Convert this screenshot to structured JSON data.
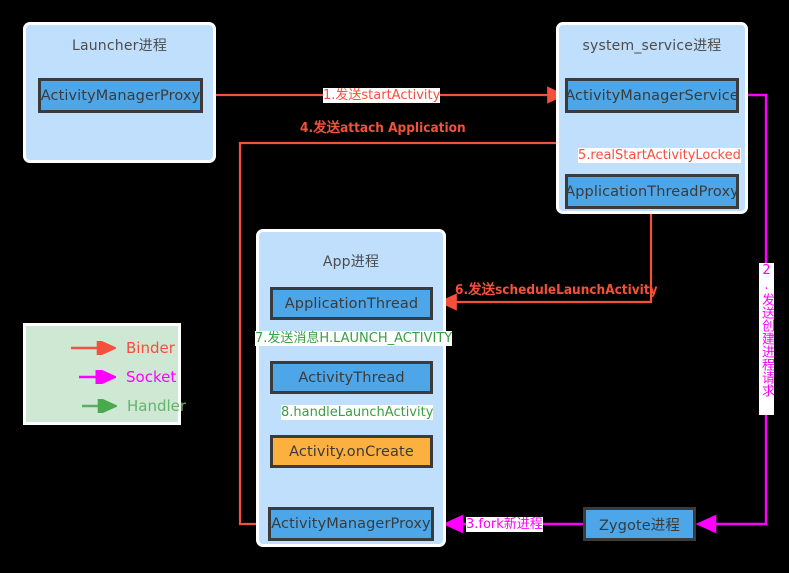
{
  "diagram": {
    "title": "Android Activity Launch Flow",
    "colors": {
      "binder": "#f4503c",
      "socket": "#ff00ff",
      "handler": "#3a9e44",
      "process_bg": "#bfdffc",
      "node_blue": "#4da6e8",
      "node_orange": "#fbb040",
      "node_border": "#3b3b3b",
      "legend_bg": "#cfe8d4"
    }
  },
  "processes": {
    "launcher": {
      "title": "Launcher进程"
    },
    "system_service": {
      "title": "system_service进程"
    },
    "app": {
      "title": "App进程"
    }
  },
  "nodes": {
    "launcher_amp": "ActivityManagerProxy",
    "ams": "ActivityManagerService",
    "atp": "ApplicationThreadProxy",
    "app_thread": "ApplicationThread",
    "activity_thread": "ActivityThread",
    "activity_oncreate": "Activity.onCreate",
    "app_amp": "ActivityManagerProxy",
    "zygote": "Zygote进程"
  },
  "edges": {
    "e1": "1.发送startActivity",
    "e2": "2.发送创建进程请求",
    "e3": "3.fork新进程",
    "e4": "4.发送attach Application",
    "e5": "5.realStartActivityLocked",
    "e6": "6.发送scheduleLaunchActivity",
    "e7": "7.发送消息H.LAUNCH_ACTIVITY",
    "e8": "8.handleLaunchActivity"
  },
  "legend": {
    "items": [
      {
        "label": "Binder",
        "color": "#f4503c"
      },
      {
        "label": "Socket",
        "color": "#ff00ff"
      },
      {
        "label": "Handler",
        "color": "#62b36b"
      }
    ]
  }
}
